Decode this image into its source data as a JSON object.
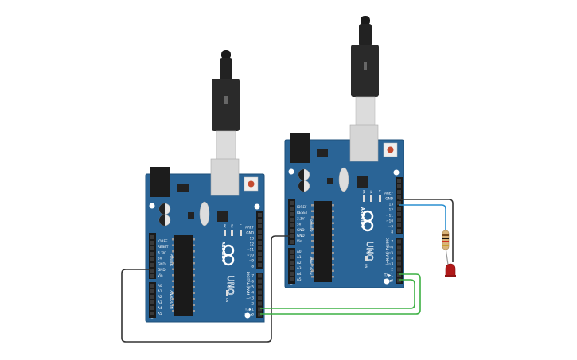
{
  "boards": [
    {
      "id": "arduino-uno-1",
      "brand": "ARDUINO",
      "model": "UNO"
    },
    {
      "id": "arduino-uno-2",
      "brand": "ARDUINO",
      "model": "UNO"
    }
  ],
  "board_labels": {
    "digital_pins": [
      "AREF",
      "GND",
      "13",
      "12",
      "~11",
      "~10",
      "~9",
      "8",
      "7",
      "~6",
      "~5",
      "4",
      "~3",
      "2",
      "TX▶1",
      "RX◀0"
    ],
    "power_pins": [
      "IOREF",
      "RESET",
      "3.3V",
      "5V",
      "GND",
      "GND",
      "Vin"
    ],
    "analog_pins": [
      "A0",
      "A1",
      "A2",
      "A3",
      "A4",
      "A5"
    ],
    "digital_title": "DIGITAL (PWM~)",
    "power_title": "POWER",
    "analog_title": "ANALOG IN",
    "led_labels": [
      "RX",
      "TX",
      "L"
    ],
    "on_label": "ON"
  },
  "colors": {
    "board": "#2a6496",
    "wire_black": "#333333",
    "wire_green": "#3cb043",
    "wire_blue": "#2a8fd0",
    "led": "#b01818"
  },
  "components": [
    "usb-cable",
    "usb-cable",
    "resistor",
    "red-led"
  ]
}
